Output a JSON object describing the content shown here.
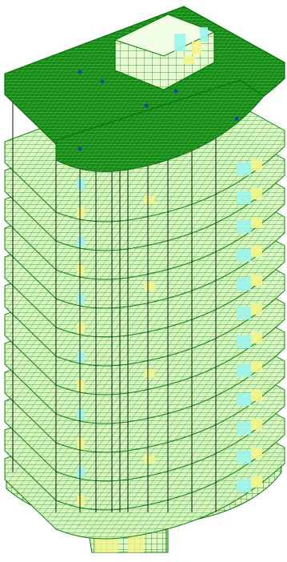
{
  "viewport": {
    "view": "isometric",
    "background_color": "#ffffff"
  },
  "model": {
    "kind": "high-rise building finite element mesh",
    "typical_floor_count": 12,
    "roof_equipment_block": true,
    "colors": {
      "mesh_line": "#0a7a0a",
      "slab_fill": "#d8f7c0",
      "roof_fill": "#138a13",
      "roof_fill_dark": "#0c6d0c",
      "column_line": "#111111",
      "wall_yellow": "#f4f48c",
      "wall_cyan": "#9ff4ec",
      "roof_marker": "#1d3fa8"
    }
  }
}
